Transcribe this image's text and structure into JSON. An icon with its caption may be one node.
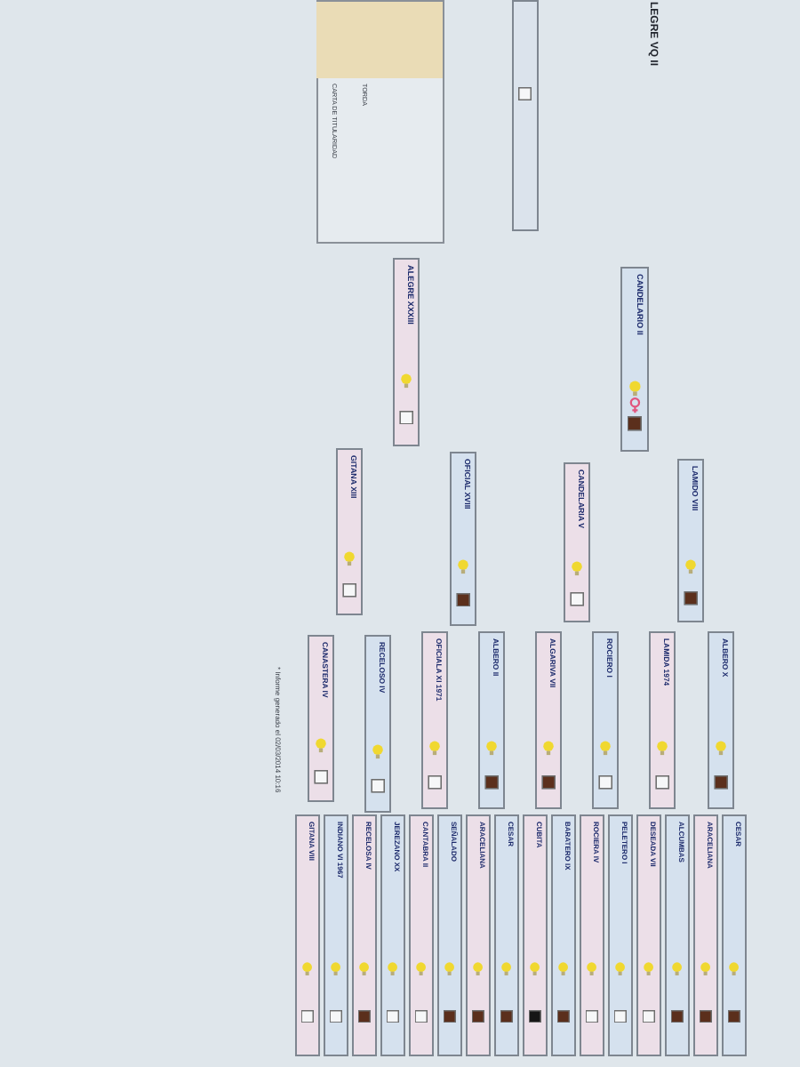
{
  "diagram": {
    "title": "LEGRE VQ II",
    "nodes": [
      {
        "text": [],
        "shape": "box"
      },
      {
        "text": [
          "CANDELARIO II"
        ]
      },
      {
        "text": [
          "ALEGRE XXXIII"
        ]
      },
      {
        "text": [
          "LAMIDO VIII"
        ]
      },
      {
        "text": [
          "CANDELARIA V"
        ]
      },
      {
        "text": [
          "OFICIAL XVIII"
        ]
      },
      {
        "text": [
          "GITANA XIII"
        ]
      },
      {
        "text": [
          "ALBERO X"
        ]
      },
      {
        "text": [
          "LAMIDA 1974"
        ]
      },
      {
        "text": [
          "ROCIERO I"
        ]
      },
      {
        "text": [
          "ALGARIVA VII"
        ]
      },
      {
        "text": [
          "ALBERO II"
        ]
      },
      {
        "text": [
          "OFICIALA XI 1971"
        ]
      },
      {
        "text": [
          "RECELOSO IV"
        ]
      },
      {
        "text": [
          "CANASTERA IV"
        ]
      },
      {
        "text": [
          "CESAR"
        ]
      },
      {
        "text": [
          "ARACELIANA"
        ]
      },
      {
        "text": [
          "ALCUMBAS"
        ]
      },
      {
        "text": [
          "DESEADA VII"
        ]
      },
      {
        "text": [
          "PELETERO I"
        ]
      },
      {
        "text": [
          "ROCIERA IV"
        ]
      },
      {
        "text": [
          "BARATERO IX"
        ]
      },
      {
        "text": [
          "CUBITA"
        ]
      },
      {
        "text": [
          "CESAR"
        ]
      },
      {
        "text": [
          "ARACELIANA"
        ]
      },
      {
        "text": [
          "SEÑALADO"
        ]
      },
      {
        "text": [
          "CANTABRA II"
        ]
      },
      {
        "text": [
          "JEREZANO XX"
        ]
      },
      {
        "text": [
          "RECELOSA IV"
        ]
      },
      {
        "text": [
          "INDIANO VI 1967"
        ]
      },
      {
        "text": [
          "GITANA VIII"
        ]
      }
    ],
    "labels": [
      "TORDA",
      "CARTA DE TITULARIDAD",
      "* Informe generado el 02/03/2014 10:16"
    ]
  }
}
